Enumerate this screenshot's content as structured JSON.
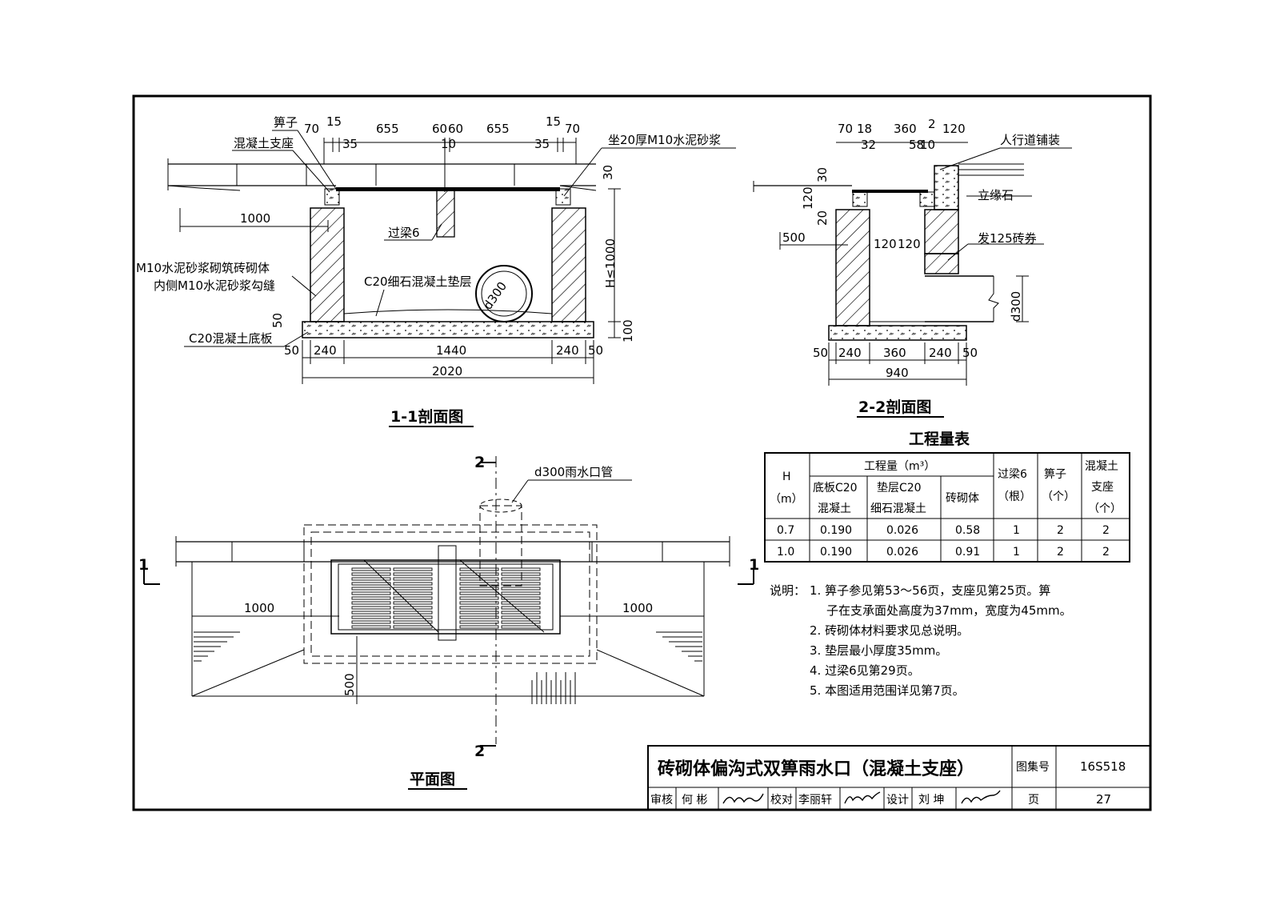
{
  "drawing": {
    "main_title": "砖砌体偏沟式双箅雨水口（混凝土支座）",
    "atlas_label": "图集号",
    "atlas_no": "16S518",
    "page_label": "页",
    "page_no": "27",
    "sign": {
      "review_label": "审核",
      "review_name": "何 彬",
      "check_label": "校对",
      "check_name": "李丽轩",
      "design_label": "设计",
      "design_name": "刘 坤"
    }
  },
  "section11": {
    "caption": "1-1剖面图",
    "labels": {
      "grate": "箅子",
      "support": "混凝土支座",
      "mortar_bed": "坐20厚M10水泥砂浆",
      "lintel": "过梁6",
      "masonry1": "M10水泥砂浆砌筑砖砌体",
      "masonry2": "内侧M10水泥砂浆勾缝",
      "cushion": "C20细石混凝土垫层",
      "base": "C20混凝土底板",
      "pipe": "d300",
      "height": "H≤1000"
    },
    "dims_top": [
      "70",
      "15",
      "35",
      "655",
      "60",
      "60",
      "10",
      "655",
      "35",
      "15",
      "70"
    ],
    "dims_misc": {
      "d1000": "1000",
      "d30": "30",
      "d50": "50",
      "d100": "100"
    },
    "dims_bottom": [
      "50",
      "240",
      "1440",
      "240",
      "50"
    ],
    "total": "2020"
  },
  "section22": {
    "caption": "2-2剖面图",
    "labels": {
      "paving": "人行道铺装",
      "curb": "立缘石",
      "arch": "发125砖券",
      "pipe": "d300"
    },
    "dims_top": [
      "70",
      "18",
      "32",
      "360",
      "58",
      "2",
      "10",
      "120"
    ],
    "dims_misc": {
      "d30": "30",
      "d120": "120",
      "d20": "20",
      "d500": "500",
      "d120a": "120",
      "d120b": "120"
    },
    "dims_bottom": [
      "50",
      "240",
      "360",
      "240",
      "50"
    ],
    "total": "940"
  },
  "plan": {
    "caption": "平面图",
    "pipe_label": "d300雨水口管",
    "cut1": "1",
    "cut2": "2",
    "dim_left": "1000",
    "dim_right": "1000",
    "dim_500": "500"
  },
  "quantity_table": {
    "title": "工程量表",
    "headers": {
      "h": "H",
      "h_unit": "（m）",
      "group": "工程量（m³）",
      "base1": "底板C20",
      "base2": "混凝土",
      "cush1": "垫层C20",
      "cush2": "细石混凝土",
      "mas": "砖砌体",
      "lint1": "过梁6",
      "lint2": "（根）",
      "grate1": "箅子",
      "grate2": "（个）",
      "sup1": "混凝土",
      "sup2": "支座",
      "sup3": "（个）"
    },
    "rows": [
      [
        "0.7",
        "0.190",
        "0.026",
        "0.58",
        "1",
        "2",
        "2"
      ],
      [
        "1.0",
        "0.190",
        "0.026",
        "0.91",
        "1",
        "2",
        "2"
      ]
    ]
  },
  "notes": {
    "label": "说明：",
    "items": [
      "1. 箅子参见第53～56页，支座见第25页。箅",
      "子在支承面处高度为37mm，宽度为45mm。",
      "2. 砖砌体材料要求见总说明。",
      "3. 垫层最小厚度35mm。",
      "4. 过梁6见第29页。",
      "5. 本图适用范围详见第7页。"
    ]
  }
}
